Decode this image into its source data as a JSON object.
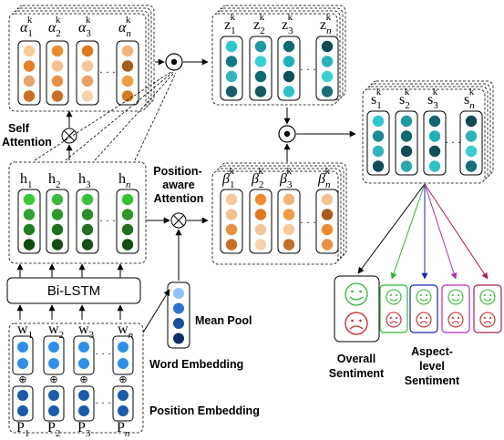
{
  "labels": {
    "bilstm": "Bi-LSTM",
    "self_attention": [
      "Self",
      "Attention"
    ],
    "position_aware_attention": [
      "Position-",
      "aware",
      "Attention"
    ],
    "mean_pool": "Mean Pool",
    "word_embedding": "Word Embedding",
    "position_embedding": "Position Embedding",
    "overall_sentiment": [
      "Overall",
      "Sentiment"
    ],
    "aspect_level_sentiment": [
      "Aspect-",
      "level",
      "Sentiment"
    ]
  },
  "symbols": {
    "alpha": "α",
    "beta": "β",
    "k": "k",
    "z": "z",
    "s": "s",
    "h": "h",
    "w": "w",
    "p": "P",
    "subs": [
      "1",
      "2",
      "3",
      "n"
    ],
    "ellipsis": "· · ·",
    "plus": "⊕",
    "otimes": "⊗",
    "odot": "⊙"
  },
  "colors": {
    "alpha_dots": [
      [
        "#f8c99a",
        "#e87f23",
        "#e4a46d",
        "#cb6f21"
      ],
      [
        "#ee8c2c",
        "#f6c18d",
        "#e89140",
        "#c56f25"
      ],
      [
        "#e0781a",
        "#f5c698",
        "#eca15f",
        "#f8d3ad"
      ],
      [
        "#f4b27a",
        "#a85a18",
        "#f19a45",
        "#d87a20"
      ]
    ],
    "beta_dots": [
      [
        "#f8c99a",
        "#f6c18d",
        "#e89140",
        "#cb6f21"
      ],
      [
        "#ee8c2c",
        "#e0781a",
        "#f5c698",
        "#f8d3ad"
      ],
      [
        "#f4b27a",
        "#f19a45",
        "#f8c99a",
        "#c56f25"
      ],
      [
        "#f6c18d",
        "#a85a18",
        "#ee8c2c",
        "#e89140"
      ]
    ],
    "z_dots": [
      [
        "#29c9cf",
        "#0f7d83",
        "#2fb6bd",
        "#155e66"
      ],
      [
        "#1f9aa3",
        "#33d1d6",
        "#0c6b73",
        "#135960"
      ],
      [
        "#0f6a70",
        "#1fb1b8",
        "#114f56",
        "#2cc2c8"
      ],
      [
        "#0d4a52",
        "#27b3b8",
        "#38d0d3",
        "#167177"
      ]
    ],
    "s_dots": [
      [
        "#29c9cf",
        "#1a8c93",
        "#2fb6bd",
        "#0f4f56"
      ],
      [
        "#1f9aa3",
        "#0f6a70",
        "#0d4a52",
        "#2ca7ad"
      ],
      [
        "#0f6a70",
        "#1fb1b8",
        "#114f56",
        "#2cc2c8"
      ],
      [
        "#0d4a52",
        "#27b3b8",
        "#38d0d3",
        "#167177"
      ]
    ],
    "h_dots": [
      [
        "#33cc33",
        "#2ea32e",
        "#1e7f1e",
        "#0d4d0d"
      ],
      [
        "#3cb83c",
        "#2a9a2a",
        "#1c6f1c",
        "#134d13"
      ],
      [
        "#39c239",
        "#2a8c2a",
        "#236e23",
        "#154f15"
      ],
      [
        "#33c433",
        "#2d962d",
        "#206f20",
        "#144d14"
      ]
    ],
    "w_dot": "#2e8fea",
    "p_dot": "#1a5bab",
    "mean_pool_dots": [
      "#8ec2ff",
      "#2e74d6",
      "#184f9e",
      "#0e2f66"
    ],
    "face_green": "#2db82d",
    "face_red": "#d42020",
    "aspect_colors": [
      "#2db82d",
      "#1a24b8",
      "#b82db8",
      "#a82050"
    ],
    "overall_arrow": "#000000"
  }
}
